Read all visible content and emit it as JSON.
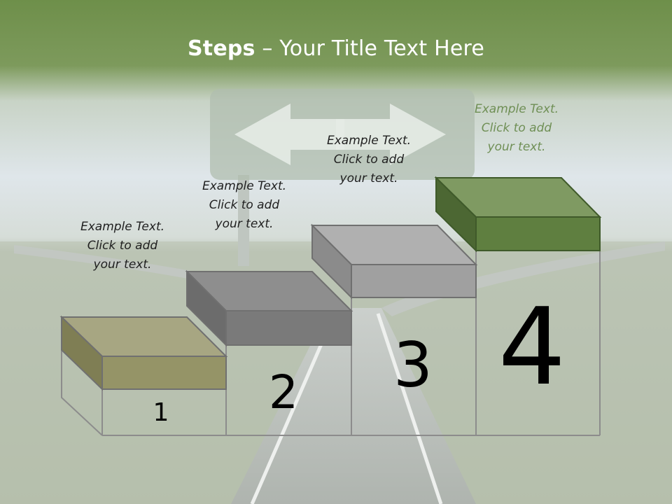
{
  "slide": {
    "title_bold": "Steps",
    "title_rest": " – Your Title Text Here"
  },
  "steps": [
    {
      "number": "1",
      "caption_line1": "Example Text.",
      "caption_line2": "Click  to add",
      "caption_line3": "your text.",
      "color": "#8b8a5c"
    },
    {
      "number": "2",
      "caption_line1": "Example Text.",
      "caption_line2": "Click  to add",
      "caption_line3": "your text.",
      "color": "#777777"
    },
    {
      "number": "3",
      "caption_line1": "Example Text.",
      "caption_line2": "Click  to add",
      "caption_line3": "your text.",
      "color": "#9a9a9a"
    },
    {
      "number": "4",
      "caption_line1": "Example Text.",
      "caption_line2": "Click  to add",
      "caption_line3": "your text.",
      "color": "#5f7f40"
    }
  ],
  "colors": {
    "header": "#6e8f4a",
    "accent_green": "#5f7f40",
    "sky": "#d9e2e6",
    "grass": "#b9c2b0",
    "road": "#b7bcb8"
  }
}
